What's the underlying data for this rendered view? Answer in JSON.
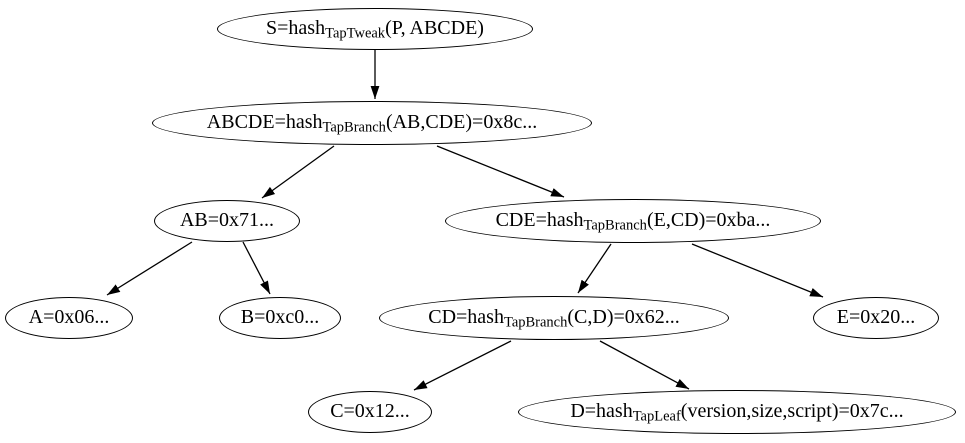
{
  "diagram": {
    "type": "tree",
    "description": "Taproot merkle tree of hashes rendered as a directed graph, edges point from parent to child",
    "background_color": "#ffffff",
    "stroke_color": "#000000",
    "text_color": "#000000",
    "nodes": {
      "S": {
        "pre": "S=hash",
        "sub": "TapTweak",
        "post": "(P, ABCDE)"
      },
      "ABCDE": {
        "pre": "ABCDE=hash",
        "sub": "TapBranch",
        "post": "(AB,CDE)=0x8c..."
      },
      "AB": {
        "pre": "AB=0x71..."
      },
      "CDE": {
        "pre": "CDE=hash",
        "sub": "TapBranch",
        "post": "(E,CD)=0xba..."
      },
      "A": {
        "pre": "A=0x06..."
      },
      "B": {
        "pre": "B=0xc0..."
      },
      "CD": {
        "pre": "CD=hash",
        "sub": "TapBranch",
        "post": "(C,D)=0x62..."
      },
      "E": {
        "pre": "E=0x20..."
      },
      "C": {
        "pre": "C=0x12..."
      },
      "D": {
        "pre": "D=hash",
        "sub": "TapLeaf",
        "post": "(version,size,script)=0x7c..."
      }
    },
    "edges": [
      {
        "from": "S",
        "to": "ABCDE"
      },
      {
        "from": "ABCDE",
        "to": "AB"
      },
      {
        "from": "ABCDE",
        "to": "CDE"
      },
      {
        "from": "AB",
        "to": "A"
      },
      {
        "from": "AB",
        "to": "B"
      },
      {
        "from": "CDE",
        "to": "CD"
      },
      {
        "from": "CDE",
        "to": "E"
      },
      {
        "from": "CD",
        "to": "C"
      },
      {
        "from": "CD",
        "to": "D"
      }
    ]
  }
}
